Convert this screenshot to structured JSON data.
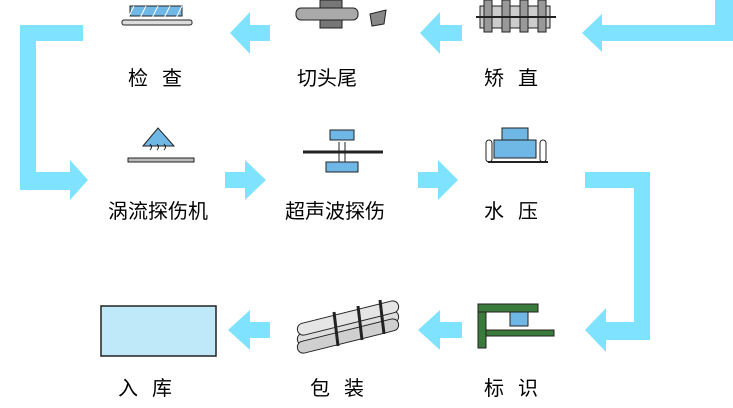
{
  "colors": {
    "arrow": "#7fe3ff",
    "accent": "#6fb8e6",
    "box_fill": "#bfe8f8",
    "line": "#222222",
    "mark_green": "#3a7a3a"
  },
  "steps": [
    {
      "label": "检查",
      "icon": "inspection-plate-icon"
    },
    {
      "label": "切头尾",
      "icon": "cutting-roller-icon"
    },
    {
      "label": "矫直",
      "icon": "straightening-rollers-icon"
    },
    {
      "label": "涡流探伤机",
      "icon": "eddy-current-detector-icon"
    },
    {
      "label": "超声波探伤",
      "icon": "ultrasonic-detector-icon"
    },
    {
      "label": "水压",
      "icon": "hydraulic-press-icon"
    },
    {
      "label": "入库",
      "icon": "warehouse-box-icon"
    },
    {
      "label": "包装",
      "icon": "pipe-bundle-icon"
    },
    {
      "label": "标识",
      "icon": "marking-stand-icon"
    }
  ]
}
